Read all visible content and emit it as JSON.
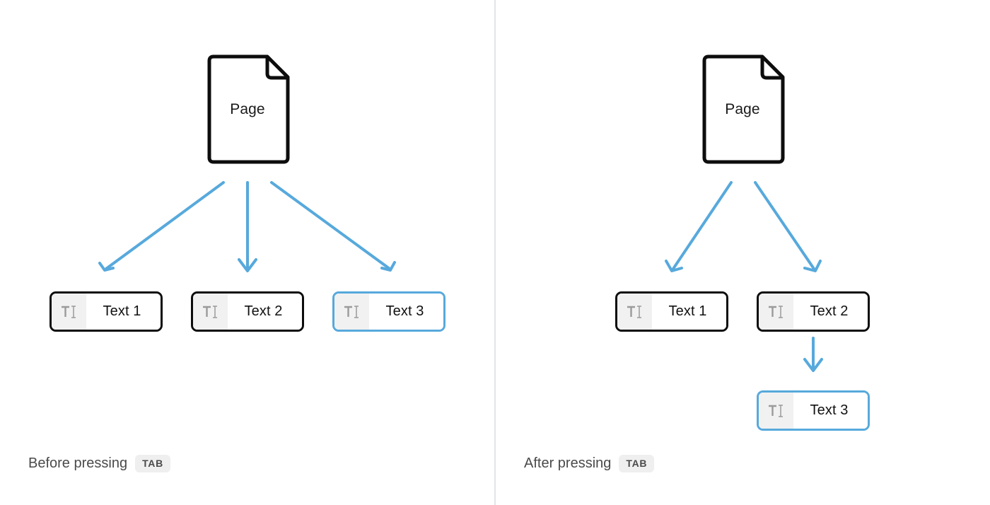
{
  "diagram": {
    "title_hidden": "",
    "accent_color": "#57a9dc",
    "node_border_color": "#0d0d0d",
    "selected_border_color": "#57a9dc",
    "divider_color": "#e3e4e6",
    "icon_cell_color": "#f1f1f1",
    "background": "#ffffff"
  },
  "panels": [
    {
      "id": "before",
      "caption_text": "Before pressing",
      "caption_key": "TAB",
      "root": {
        "label": "Page",
        "icon": "page-document-icon"
      },
      "nodes": [
        {
          "id": "b1",
          "label": "Text 1",
          "icon": "text-cursor-icon",
          "selected": false
        },
        {
          "id": "b2",
          "label": "Text 2",
          "icon": "text-cursor-icon",
          "selected": false
        },
        {
          "id": "b3",
          "label": "Text 3",
          "icon": "text-cursor-icon",
          "selected": true
        }
      ],
      "edges": [
        {
          "from": "Page",
          "to": "Text 1"
        },
        {
          "from": "Page",
          "to": "Text 2"
        },
        {
          "from": "Page",
          "to": "Text 3"
        }
      ]
    },
    {
      "id": "after",
      "caption_text": "After pressing",
      "caption_key": "TAB",
      "root": {
        "label": "Page",
        "icon": "page-document-icon"
      },
      "nodes": [
        {
          "id": "a1",
          "label": "Text 1",
          "icon": "text-cursor-icon",
          "selected": false
        },
        {
          "id": "a2",
          "label": "Text 2",
          "icon": "text-cursor-icon",
          "selected": false
        },
        {
          "id": "a3",
          "label": "Text 3",
          "icon": "text-cursor-icon",
          "selected": true
        }
      ],
      "edges": [
        {
          "from": "Page",
          "to": "Text 1"
        },
        {
          "from": "Page",
          "to": "Text 2"
        },
        {
          "from": "Text 2",
          "to": "Text 3"
        }
      ]
    }
  ]
}
